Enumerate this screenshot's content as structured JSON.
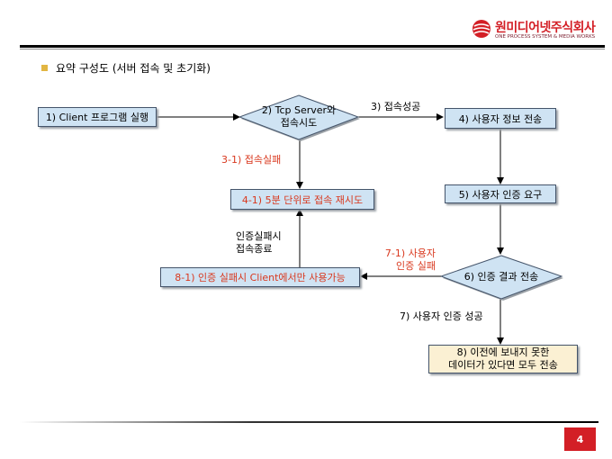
{
  "logo": {
    "title": "원미디어넷주식회사",
    "subtitle": "ONE PROCESS SYSTEM & MEDIA WORKS",
    "brand_color": "#d31f26"
  },
  "section_title": "요약 구성도 (서버 접속 및 초기화)",
  "nodes": {
    "client_run": "1) Client 프로그램 실행",
    "tcp_connect": [
      "2) Tcp Server와",
      "접속시도"
    ],
    "send_user_info": "4) 사용자 정보 전송",
    "retry_connect": "4-1) 5분 단위로 접속 재시도",
    "request_auth": "5) 사용자 인증 요구",
    "auth_result": "6) 인증 결과 전송",
    "client_only": "8-1) 인증 실패시 Client에서만 사용가능",
    "send_unsent": [
      "8) 이전에 보내지 못한",
      "데이터가 있다면 모두 전송"
    ]
  },
  "edge_labels": {
    "connect_success": "3) 접속성공",
    "connect_fail": "3-1) 접속실패",
    "auth_fail_end": [
      "인증실패시",
      "접속종료"
    ],
    "auth_fail": [
      "7-1) 사용자",
      "인증 실패"
    ],
    "auth_success": "7) 사용자 인증 성공"
  },
  "page_number": "4",
  "colors": {
    "box_fill": "#cfe3f3",
    "note_fill": "#fbf0d3",
    "highlight_text": "#d9381e",
    "bullet": "#e2b642"
  }
}
